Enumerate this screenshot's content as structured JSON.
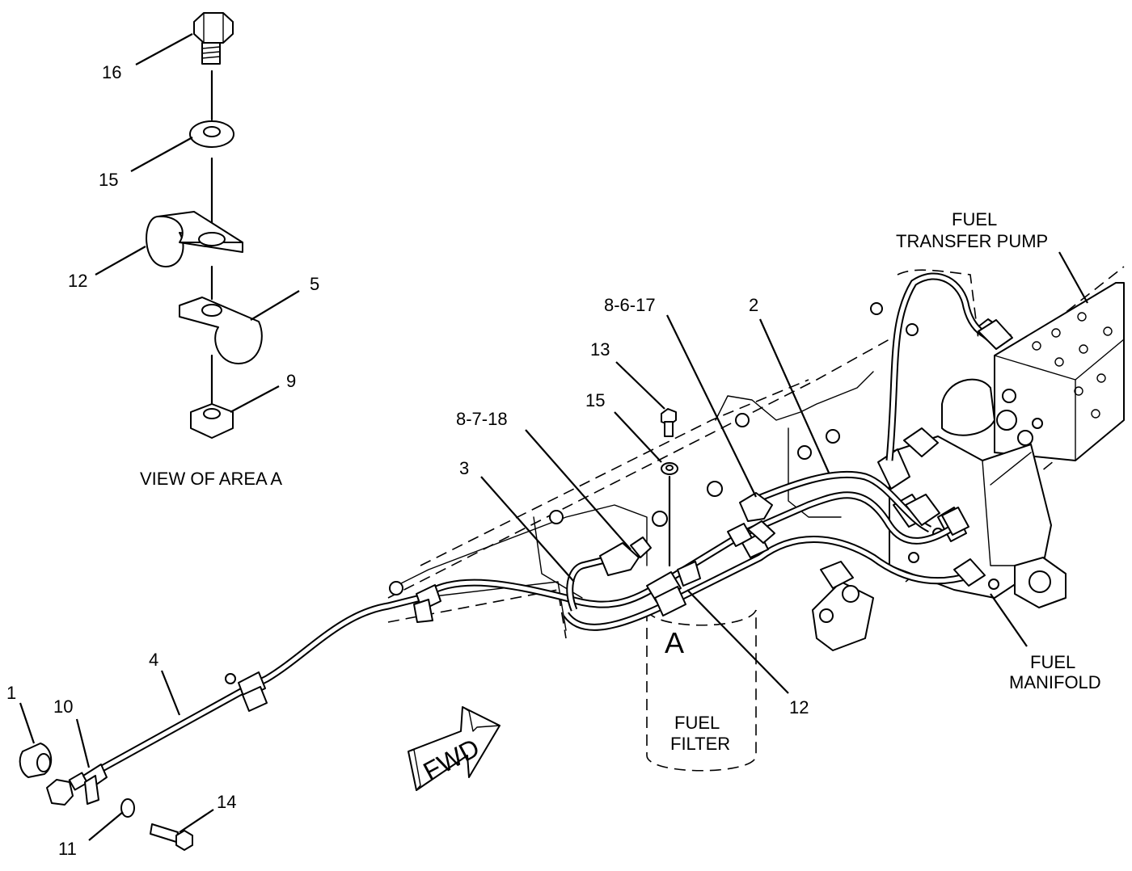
{
  "callouts": {
    "c16": "16",
    "c15a": "15",
    "c12a": "12",
    "c5": "5",
    "c9": "9",
    "c1": "1",
    "c10": "10",
    "c4": "4",
    "c11": "11",
    "c14": "14",
    "c3": "3",
    "c8718": "8-7-18",
    "c13": "13",
    "c15b": "15",
    "c8617": "8-6-17",
    "c2": "2",
    "c12b": "12"
  },
  "labels": {
    "view_area": "VIEW OF AREA  A",
    "area_letter": "A",
    "fwd": "FWD",
    "fuel_filter_1": "FUEL",
    "fuel_filter_2": "FILTER",
    "pump_1": "FUEL",
    "pump_2": "TRANSFER PUMP",
    "manifold_1": "FUEL",
    "manifold_2": "MANIFOLD"
  }
}
